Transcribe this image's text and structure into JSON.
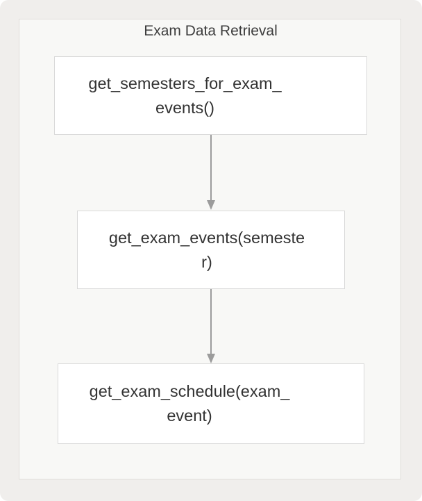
{
  "diagram": {
    "title": "Exam Data Retrieval",
    "type": "flowchart",
    "direction": "top-down",
    "nodes": [
      {
        "label": "get_semesters_for_exam_events()",
        "lines": [
          "get_semesters_for_exam_",
          "events()"
        ]
      },
      {
        "label": "get_exam_events(semester)",
        "lines": [
          "get_exam_events(semeste",
          "r)"
        ]
      },
      {
        "label": "get_exam_schedule(exam_event)",
        "lines": [
          "get_exam_schedule(exam_",
          "event)"
        ]
      }
    ],
    "edges": [
      {
        "from": "get_semesters_for_exam_events()",
        "to": "get_exam_events(semester)"
      },
      {
        "from": "get_exam_events(semester)",
        "to": "get_exam_schedule(exam_event)"
      }
    ],
    "colors": {
      "canvas_bg": "#f0eeec",
      "frame_bg": "#f8f8f6",
      "frame_border": "#e0ddda",
      "node_bg": "#ffffff",
      "node_border": "#d9d9d9",
      "node_text": "#333333",
      "title_text": "#3d3d3d",
      "arrow": "#9c9c9c"
    }
  }
}
